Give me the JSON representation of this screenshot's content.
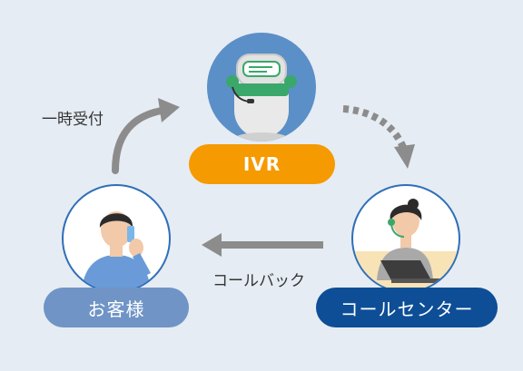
{
  "nodes": {
    "ivr": {
      "label": "IVR"
    },
    "customer": {
      "label": "お客様"
    },
    "call_center": {
      "label": "コールセンター"
    }
  },
  "edges": {
    "customer_to_ivr": {
      "label": "一時受付"
    },
    "center_to_customer": {
      "label": "コールバック"
    }
  },
  "colors": {
    "background": "#e6ecf3",
    "ivr_pill": "#f59a00",
    "customer_pill": "#6f94c5",
    "center_pill": "#0d4e96",
    "arrow": "#8c8c8c"
  }
}
